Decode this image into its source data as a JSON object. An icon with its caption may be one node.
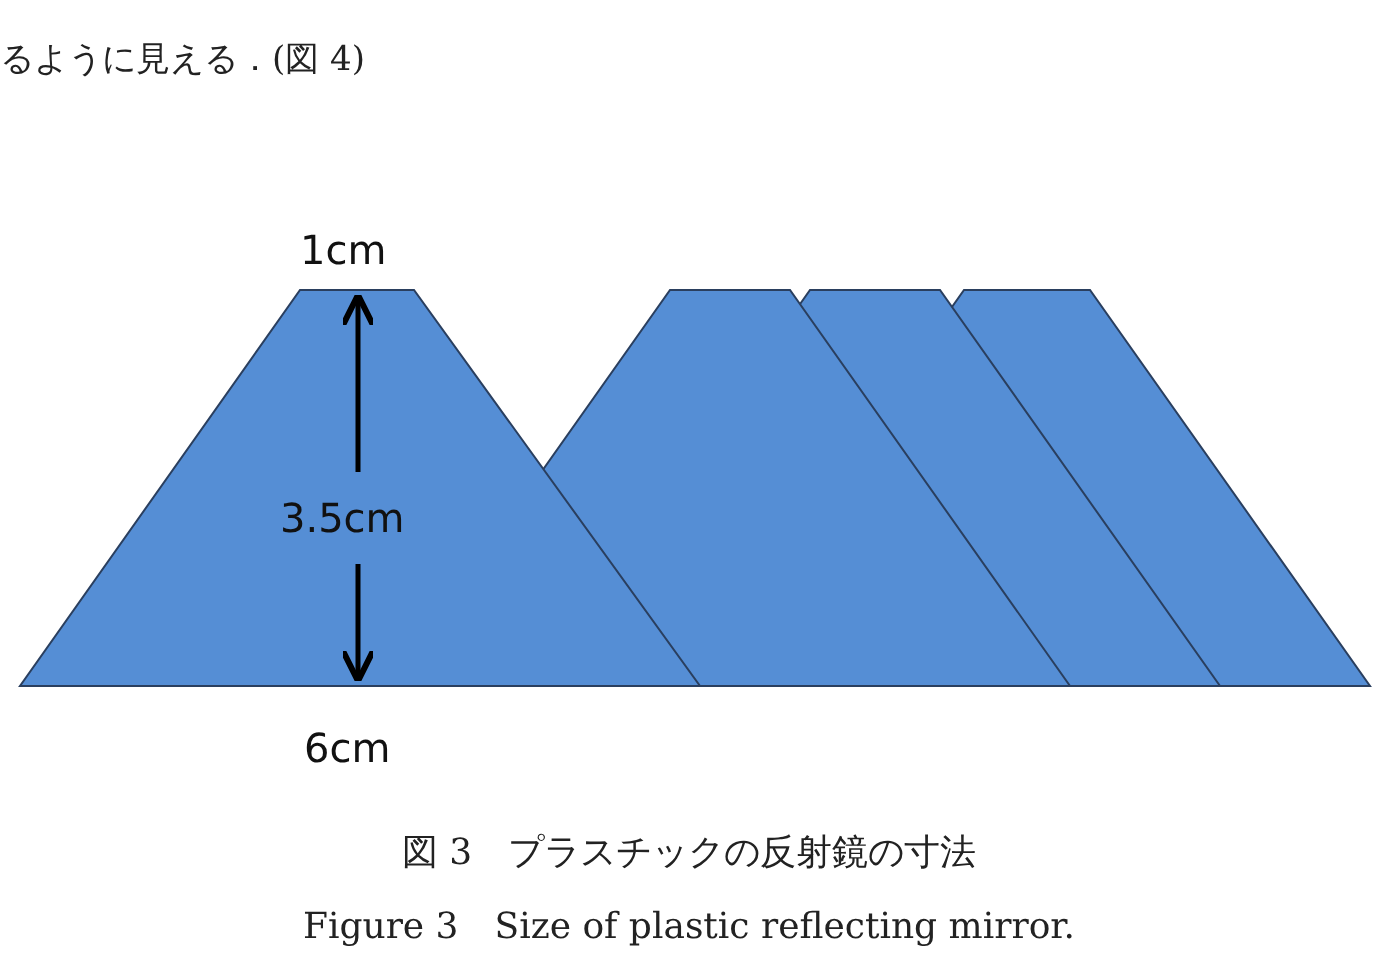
{
  "diagram": {
    "caption": "図 3　プラスチックの反射鏡の寸法",
    "labels": [
      "るように見える．(図 4)",
      "1cm",
      "3.5cm",
      "6cm",
      "Figure 3　Size of plastic reflecting mirror."
    ]
  }
}
